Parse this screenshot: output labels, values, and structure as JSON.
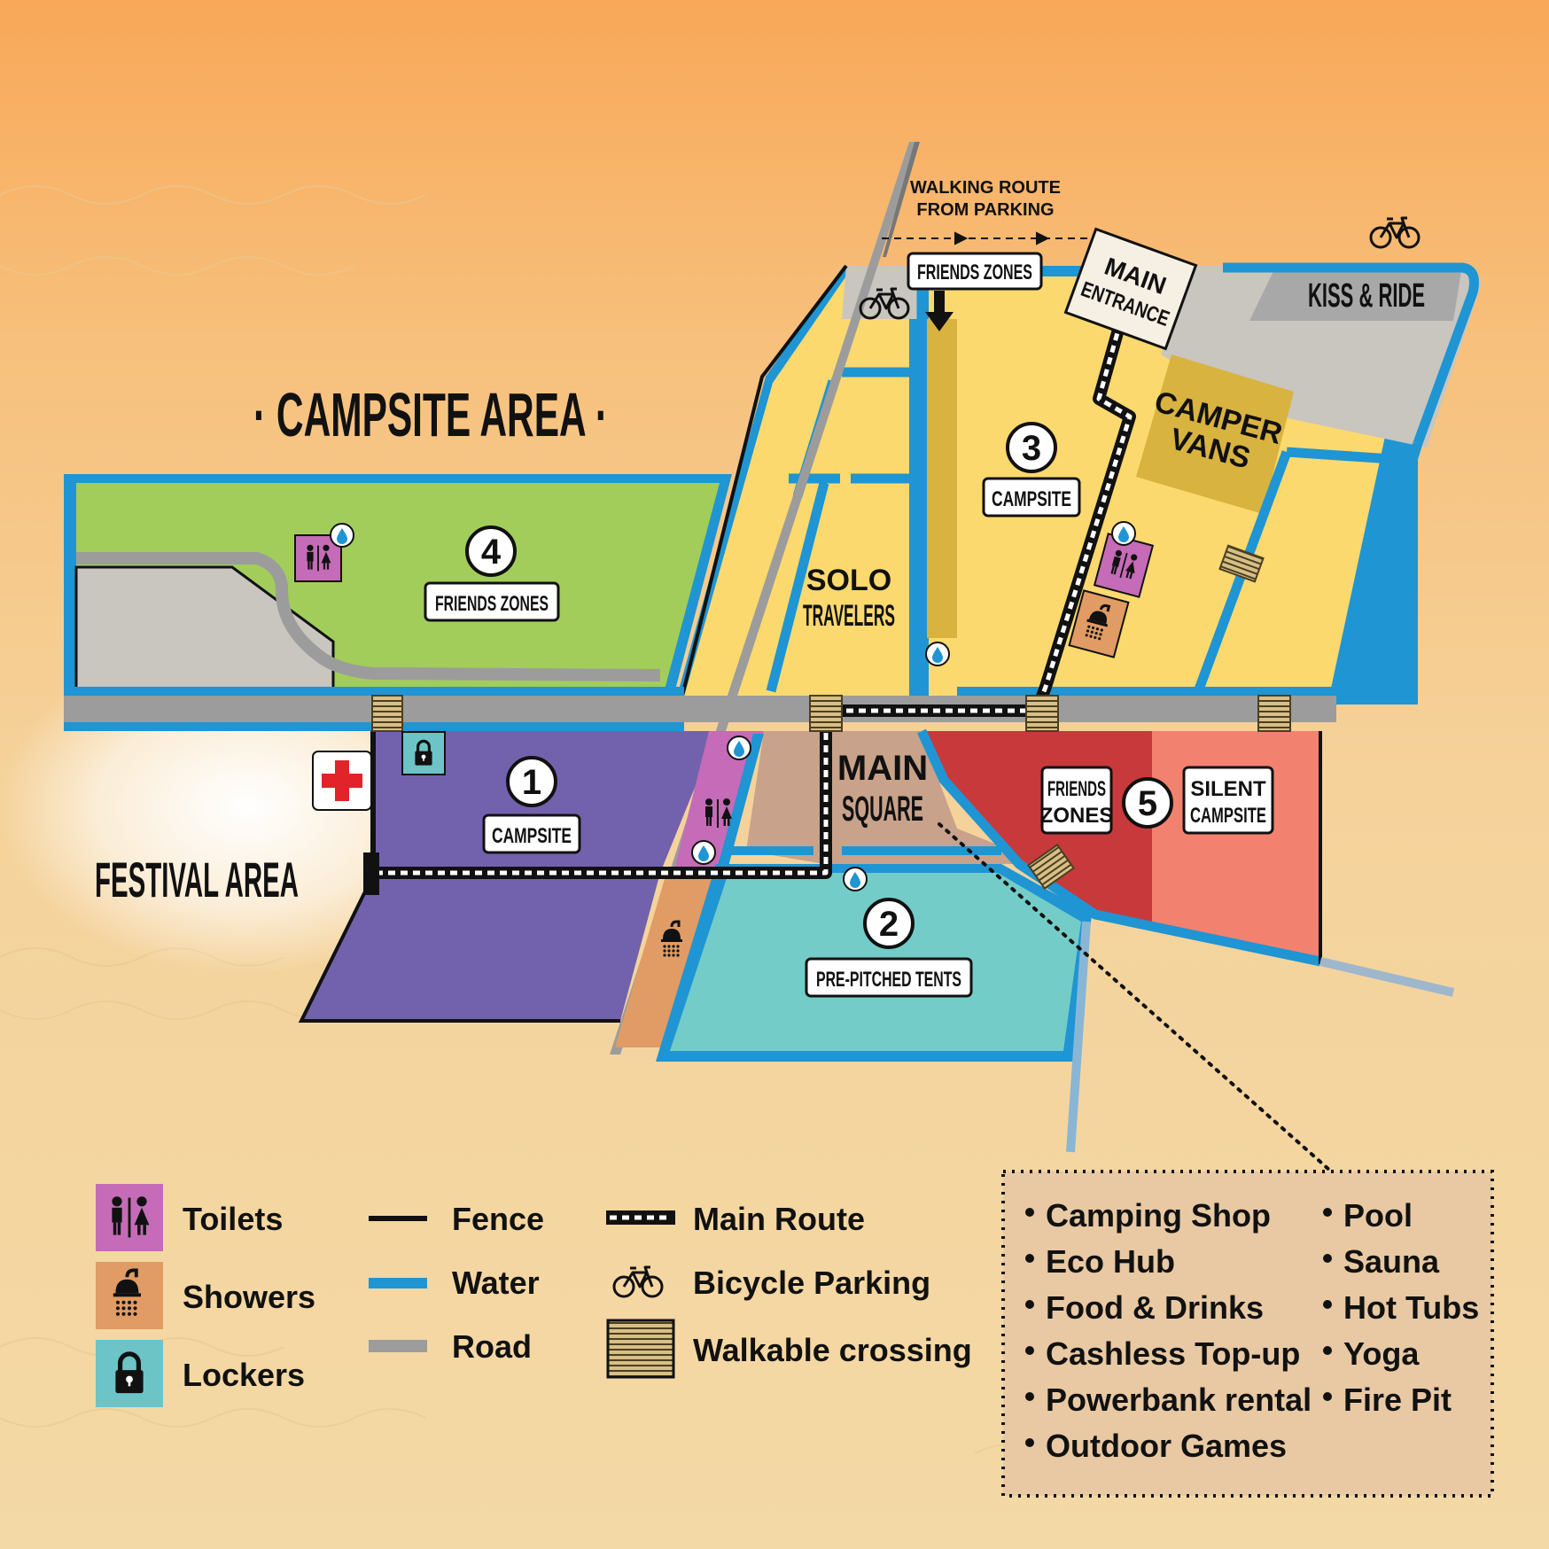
{
  "title": "· CAMPSITE AREA ·",
  "festival_area_label": "FESTIVAL AREA",
  "walking_route": {
    "line1": "WALKING ROUTE",
    "line2": "FROM PARKING"
  },
  "main_entrance": {
    "line1": "MAIN",
    "line2": "ENTRANCE"
  },
  "kiss_and_ride": "KISS & RIDE",
  "camper_vans": {
    "line1": "CAMPER",
    "line2": "VANS"
  },
  "solo_travelers": {
    "line1": "SOLO",
    "line2": "TRAVELERS"
  },
  "main_square": {
    "line1": "MAIN",
    "line2": "SQUARE"
  },
  "zones": [
    {
      "number": "1",
      "label": "CAMPSITE",
      "color": "#7262ad"
    },
    {
      "number": "2",
      "label": "PRE-PITCHED TENTS",
      "color": "#74ccc8"
    },
    {
      "number": "3",
      "label": "CAMPSITE",
      "color": "#fbd96e"
    },
    {
      "number": "4",
      "label": "FRIENDS ZONES",
      "color": "#a2cd5a"
    },
    {
      "number": "5",
      "label_left": {
        "line1": "FRIENDS",
        "line2": "ZONES"
      },
      "label_right": {
        "line1": "SILENT",
        "line2": "CAMPSITE"
      },
      "color_left": "#c8393b",
      "color_right": "#f2826f"
    }
  ],
  "friends_zones_top": "FRIENDS ZONES",
  "colors": {
    "water": "#1f95d3",
    "road": "#9c9c9c",
    "toilets": "#c56bb7",
    "showers": "#e09c64",
    "lockers": "#6cc4c7",
    "first_aid": "#e2232a"
  },
  "legend": {
    "toilets": "Toilets",
    "showers": "Showers",
    "lockers": "Lockers",
    "fence": "Fence",
    "water": "Water",
    "road": "Road",
    "main_route": "Main Route",
    "bicycle_parking": "Bicycle Parking",
    "walkable_crossing": "Walkable crossing"
  },
  "amenities_left": [
    "Camping Shop",
    "Eco Hub",
    "Food & Drinks",
    "Cashless Top-up",
    "Powerbank rental",
    "Outdoor Games"
  ],
  "amenities_right": [
    "Pool",
    "Sauna",
    "Hot Tubs",
    "Yoga",
    "Fire Pit"
  ],
  "icons": [
    "toilets-icon",
    "shower-icon",
    "lock-icon",
    "water-drop-icon",
    "bicycle-icon",
    "first-aid-icon"
  ]
}
